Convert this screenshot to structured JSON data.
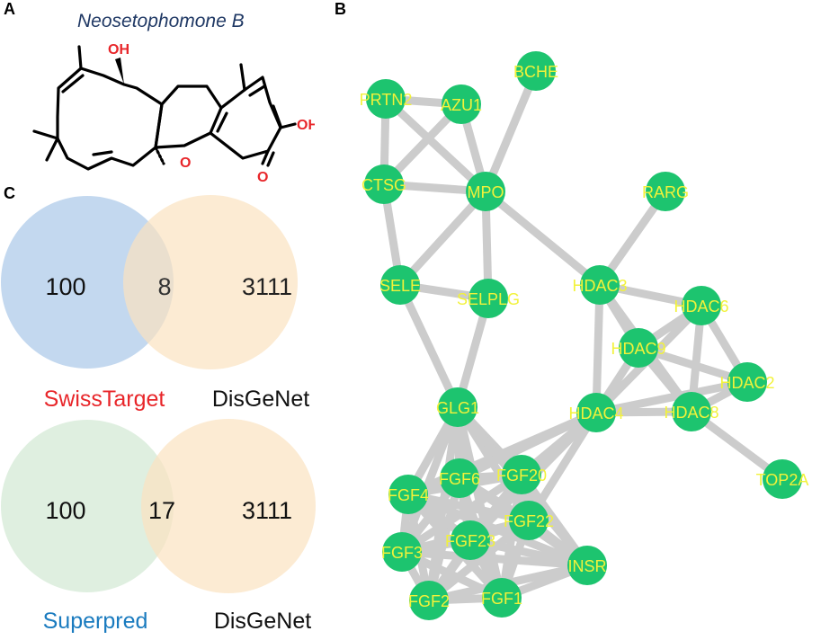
{
  "panels": {
    "a": "A",
    "b": "B",
    "c": "C"
  },
  "compound": {
    "name": "Neosetophomone B",
    "labels": {
      "oh_top": "OH",
      "oh_right": "OH",
      "o_ring": "O",
      "o_ketone": "O"
    }
  },
  "venn": [
    {
      "left_label": "SwissTarget",
      "right_label": "DisGeNet",
      "left_count": "100",
      "overlap_count": "8",
      "right_count": "3111",
      "left_color": "#a9c8e8",
      "right_color": "#fbe2c0",
      "left_label_color": "#e8262a"
    },
    {
      "left_label": "Superpred",
      "right_label": "DisGeNet",
      "left_count": "100",
      "overlap_count": "17",
      "right_count": "3111",
      "left_color": "#d4e9d6",
      "right_color": "#fbe2c0",
      "left_label_color": "#1a7bbf"
    }
  ],
  "network": {
    "node_color": "#1dc46f",
    "label_color": "#f2f23a",
    "edge_color": "#cccccc",
    "nodes": [
      {
        "id": "PRTN2"
      },
      {
        "id": "AZU1"
      },
      {
        "id": "BCHE"
      },
      {
        "id": "CTSG"
      },
      {
        "id": "MPO"
      },
      {
        "id": "RARG"
      },
      {
        "id": "SELE"
      },
      {
        "id": "SELPLG"
      },
      {
        "id": "HDAC3"
      },
      {
        "id": "HDAC6"
      },
      {
        "id": "HDAC9"
      },
      {
        "id": "HDAC2"
      },
      {
        "id": "GLG1"
      },
      {
        "id": "HDAC4"
      },
      {
        "id": "HDAC8"
      },
      {
        "id": "TOP2A"
      },
      {
        "id": "FGF6"
      },
      {
        "id": "FGF20"
      },
      {
        "id": "FGF4"
      },
      {
        "id": "FGF22"
      },
      {
        "id": "FGF23"
      },
      {
        "id": "FGF3"
      },
      {
        "id": "INSR"
      },
      {
        "id": "FGF2"
      },
      {
        "id": "FGF1"
      }
    ],
    "edges": [
      [
        "PRTN2",
        "AZU1"
      ],
      [
        "PRTN2",
        "CTSG"
      ],
      [
        "PRTN2",
        "MPO"
      ],
      [
        "AZU1",
        "CTSG"
      ],
      [
        "AZU1",
        "MPO"
      ],
      [
        "BCHE",
        "MPO"
      ],
      [
        "CTSG",
        "MPO"
      ],
      [
        "CTSG",
        "SELE"
      ],
      [
        "MPO",
        "SELE"
      ],
      [
        "MPO",
        "SELPLG"
      ],
      [
        "MPO",
        "HDAC3"
      ],
      [
        "SELE",
        "SELPLG"
      ],
      [
        "SELE",
        "GLG1"
      ],
      [
        "SELPLG",
        "GLG1"
      ],
      [
        "RARG",
        "HDAC3"
      ],
      [
        "HDAC3",
        "HDAC6"
      ],
      [
        "HDAC3",
        "HDAC9"
      ],
      [
        "HDAC3",
        "HDAC4"
      ],
      [
        "HDAC3",
        "HDAC8"
      ],
      [
        "HDAC6",
        "HDAC9"
      ],
      [
        "HDAC6",
        "HDAC2"
      ],
      [
        "HDAC6",
        "HDAC4"
      ],
      [
        "HDAC6",
        "HDAC8"
      ],
      [
        "HDAC9",
        "HDAC2"
      ],
      [
        "HDAC9",
        "HDAC4"
      ],
      [
        "HDAC9",
        "HDAC8"
      ],
      [
        "HDAC2",
        "HDAC4"
      ],
      [
        "HDAC2",
        "HDAC8"
      ],
      [
        "HDAC4",
        "HDAC8"
      ],
      [
        "HDAC8",
        "TOP2A"
      ],
      [
        "HDAC4",
        "FGF20"
      ],
      [
        "HDAC4",
        "FGF6"
      ],
      [
        "HDAC4",
        "FGF22"
      ],
      [
        "HDAC4",
        "FGF23"
      ],
      [
        "HDAC4",
        "FGF4"
      ],
      [
        "GLG1",
        "FGF6"
      ],
      [
        "GLG1",
        "FGF20"
      ],
      [
        "GLG1",
        "FGF4"
      ],
      [
        "GLG1",
        "FGF22"
      ],
      [
        "GLG1",
        "FGF23"
      ],
      [
        "GLG1",
        "FGF3"
      ],
      [
        "GLG1",
        "FGF2"
      ],
      [
        "GLG1",
        "FGF1"
      ],
      [
        "GLG1",
        "INSR"
      ],
      [
        "FGF6",
        "FGF20"
      ],
      [
        "FGF6",
        "FGF4"
      ],
      [
        "FGF6",
        "FGF22"
      ],
      [
        "FGF6",
        "FGF23"
      ],
      [
        "FGF6",
        "FGF3"
      ],
      [
        "FGF6",
        "FGF2"
      ],
      [
        "FGF6",
        "FGF1"
      ],
      [
        "FGF6",
        "INSR"
      ],
      [
        "FGF20",
        "FGF4"
      ],
      [
        "FGF20",
        "FGF22"
      ],
      [
        "FGF20",
        "FGF23"
      ],
      [
        "FGF20",
        "FGF3"
      ],
      [
        "FGF20",
        "FGF2"
      ],
      [
        "FGF20",
        "FGF1"
      ],
      [
        "FGF20",
        "INSR"
      ],
      [
        "FGF4",
        "FGF22"
      ],
      [
        "FGF4",
        "FGF23"
      ],
      [
        "FGF4",
        "FGF3"
      ],
      [
        "FGF4",
        "FGF2"
      ],
      [
        "FGF4",
        "FGF1"
      ],
      [
        "FGF4",
        "INSR"
      ],
      [
        "FGF22",
        "FGF23"
      ],
      [
        "FGF22",
        "FGF3"
      ],
      [
        "FGF22",
        "FGF2"
      ],
      [
        "FGF22",
        "FGF1"
      ],
      [
        "FGF22",
        "INSR"
      ],
      [
        "FGF23",
        "FGF3"
      ],
      [
        "FGF23",
        "FGF2"
      ],
      [
        "FGF23",
        "FGF1"
      ],
      [
        "FGF23",
        "INSR"
      ],
      [
        "FGF3",
        "FGF2"
      ],
      [
        "FGF3",
        "FGF1"
      ],
      [
        "FGF3",
        "INSR"
      ],
      [
        "FGF2",
        "FGF1"
      ],
      [
        "FGF2",
        "INSR"
      ],
      [
        "FGF1",
        "INSR"
      ]
    ]
  }
}
